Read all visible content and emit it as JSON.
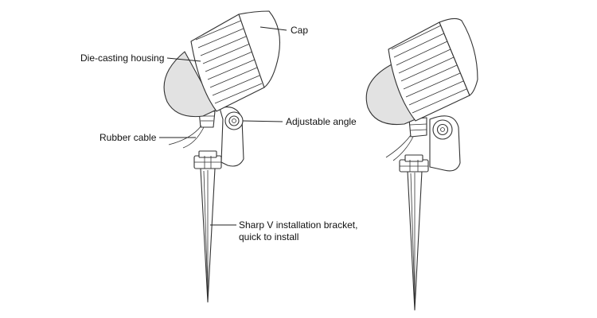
{
  "labels": {
    "cap": "Cap",
    "housing": "Die-casting housing",
    "cable": "Rubber cable",
    "angle": "Adjustable angle",
    "bracket_line1": "Sharp V installation bracket,",
    "bracket_line2": "quick to install"
  },
  "colors": {
    "line": "#222222",
    "dome_fill": "#e2e2e2",
    "background": "#ffffff"
  }
}
